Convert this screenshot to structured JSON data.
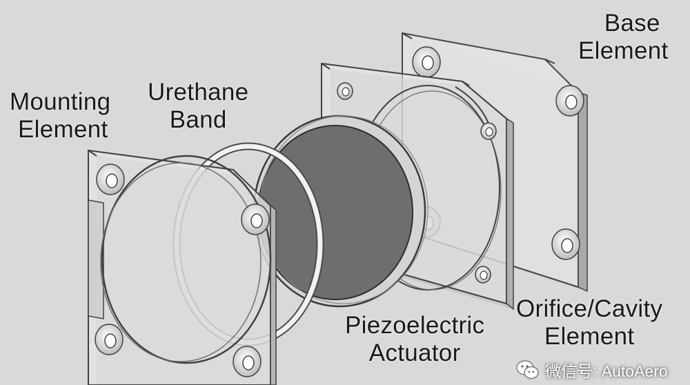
{
  "labels": {
    "mounting": [
      "Mounting",
      "Element"
    ],
    "urethane": [
      "Urethane",
      "Band"
    ],
    "base": [
      "Base",
      "Element"
    ],
    "piezo": [
      "Piezoelectric",
      "Actuator"
    ],
    "orifice": [
      "Orifice/Cavity",
      "Element"
    ]
  },
  "watermark": {
    "text": "微信号: AutoAero",
    "icon": "wechat-icon"
  },
  "colors": {
    "background": "#d9d9d9",
    "plate": "#e6e6e6",
    "edge": "#404040",
    "piezo_disc": "#6e6e6e"
  }
}
